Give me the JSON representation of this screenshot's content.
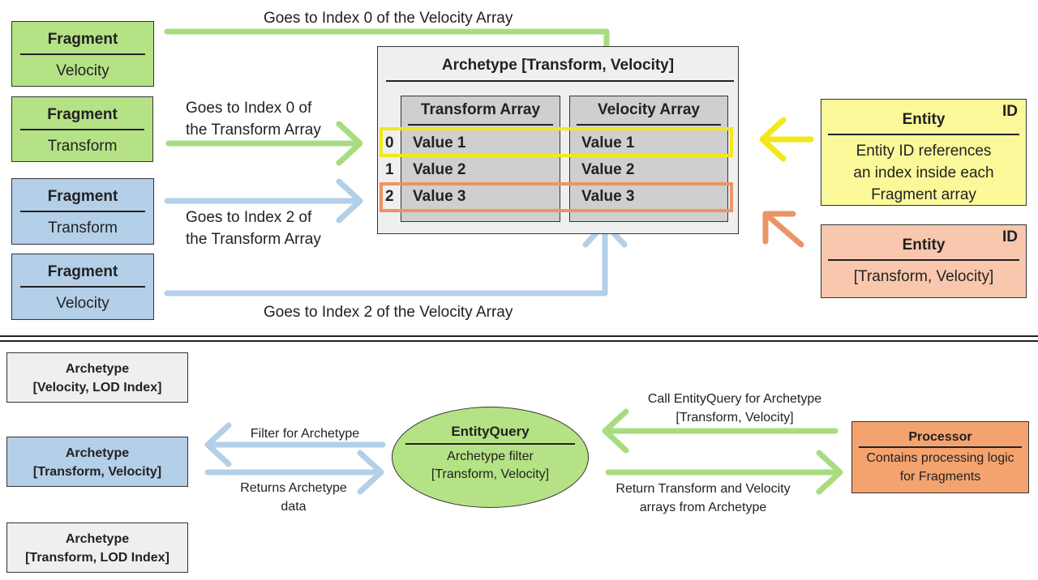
{
  "fragments": [
    {
      "title": "Fragment",
      "sub": "Velocity"
    },
    {
      "title": "Fragment",
      "sub": "Transform"
    },
    {
      "title": "Fragment",
      "sub": "Transform"
    },
    {
      "title": "Fragment",
      "sub": "Velocity"
    }
  ],
  "arrow_labels": {
    "top": "Goes to Index 0 of the Velocity Array",
    "transform0_line1": "Goes to Index 0 of",
    "transform0_line2": "the Transform Array",
    "transform2_line1": "Goes to Index 2 of",
    "transform2_line2": "the Transform Array",
    "bottom": "Goes to Index 2 of the Velocity Array"
  },
  "archetype": {
    "title": "Archetype [Transform, Velocity]",
    "indices": [
      "0",
      "1",
      "2"
    ],
    "transform_array": {
      "title": "Transform Array",
      "values": [
        "Value 1",
        "Value 2",
        "Value 3"
      ]
    },
    "velocity_array": {
      "title": "Velocity Array",
      "values": [
        "Value 1",
        "Value 2",
        "Value 3"
      ]
    }
  },
  "entity_yellow": {
    "id": "ID",
    "title": "Entity",
    "lines": [
      "Entity ID references",
      "an index inside each",
      "Fragment array"
    ]
  },
  "entity_salmon": {
    "id": "ID",
    "title": "Entity",
    "sub": "[Transform, Velocity]"
  },
  "bottom": {
    "archetypes": [
      {
        "line1": "Archetype",
        "line2": "[Velocity, LOD Index]"
      },
      {
        "line1": "Archetype",
        "line2": "[Transform, Velocity]"
      },
      {
        "line1": "Archetype",
        "line2": "[Transform, LOD Index]"
      }
    ],
    "filter_label": "Filter for Archetype",
    "returns_line1": "Returns Archetype",
    "returns_line2": "data",
    "entity_query": {
      "title": "EntityQuery",
      "line1": "Archetype filter",
      "line2": "[Transform, Velocity]"
    },
    "call_line1": "Call EntityQuery for Archetype",
    "call_line2": "[Transform, Velocity]",
    "return_line1": "Return Transform and Velocity",
    "return_line2": "arrays from Archetype",
    "processor": {
      "title": "Processor",
      "line1": "Contains processing logic",
      "line2": "for Fragments"
    }
  },
  "colors": {
    "green_arrow": "#a8dc80",
    "blue_arrow": "#b4cfe8",
    "yellow_highlight": "#f2e81c",
    "orange_highlight": "#ec9466",
    "yellow_arrow": "#f2e81c",
    "orange_arrow": "#ec9466"
  }
}
